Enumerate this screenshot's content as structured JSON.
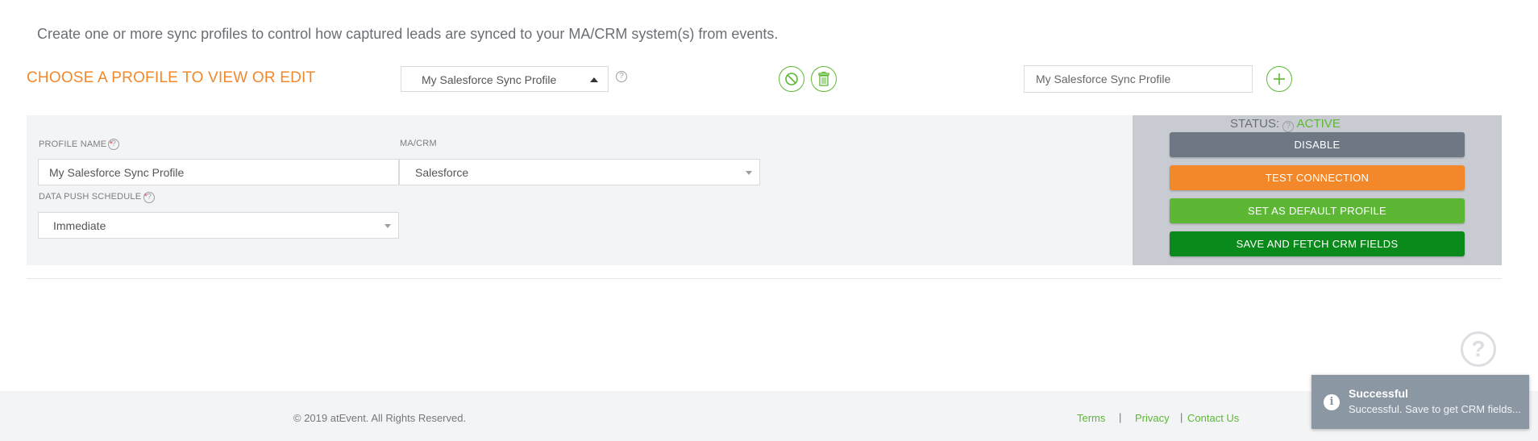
{
  "intro": "Create one or more sync profiles to control how captured leads are synced to your MA/CRM system(s) from events.",
  "chooser": {
    "title": "CHOOSE A PROFILE TO VIEW OR EDIT",
    "selected_profile": "My Salesforce Sync Profile",
    "help_glyph": "?",
    "profile_name_value": "My Salesforce Sync Profile"
  },
  "form": {
    "profile_name_label": "PROFILE NAME",
    "required_mark": "*",
    "profile_name_value": "My Salesforce Sync Profile",
    "macrm_label": "MA/CRM",
    "macrm_value": "Salesforce",
    "schedule_label": "DATA PUSH SCHEDULE",
    "schedule_value": "Immediate"
  },
  "status": {
    "label": "STATUS:",
    "value": "ACTIVE",
    "buttons": {
      "disable": "DISABLE",
      "test": "TEST CONNECTION",
      "default": "SET AS DEFAULT PROFILE",
      "save_fetch": "SAVE AND FETCH CRM FIELDS"
    }
  },
  "footer": {
    "copyright": "© 2019 atEvent. All Rights Reserved.",
    "terms": "Terms",
    "privacy": "Privacy",
    "contact": "Contact Us",
    "separator": "|"
  },
  "toast": {
    "title": "Successful",
    "message": "Successful. Save to get CRM fields..."
  },
  "colors": {
    "accent_orange": "#f3882b",
    "accent_green": "#5cb734",
    "dark_green": "#0a8a1a",
    "slate": "#6e7884"
  },
  "icons": [
    "ban-icon",
    "trash-icon",
    "plus-icon",
    "help-icon",
    "info-icon",
    "caret-up-icon",
    "caret-down-icon"
  ]
}
